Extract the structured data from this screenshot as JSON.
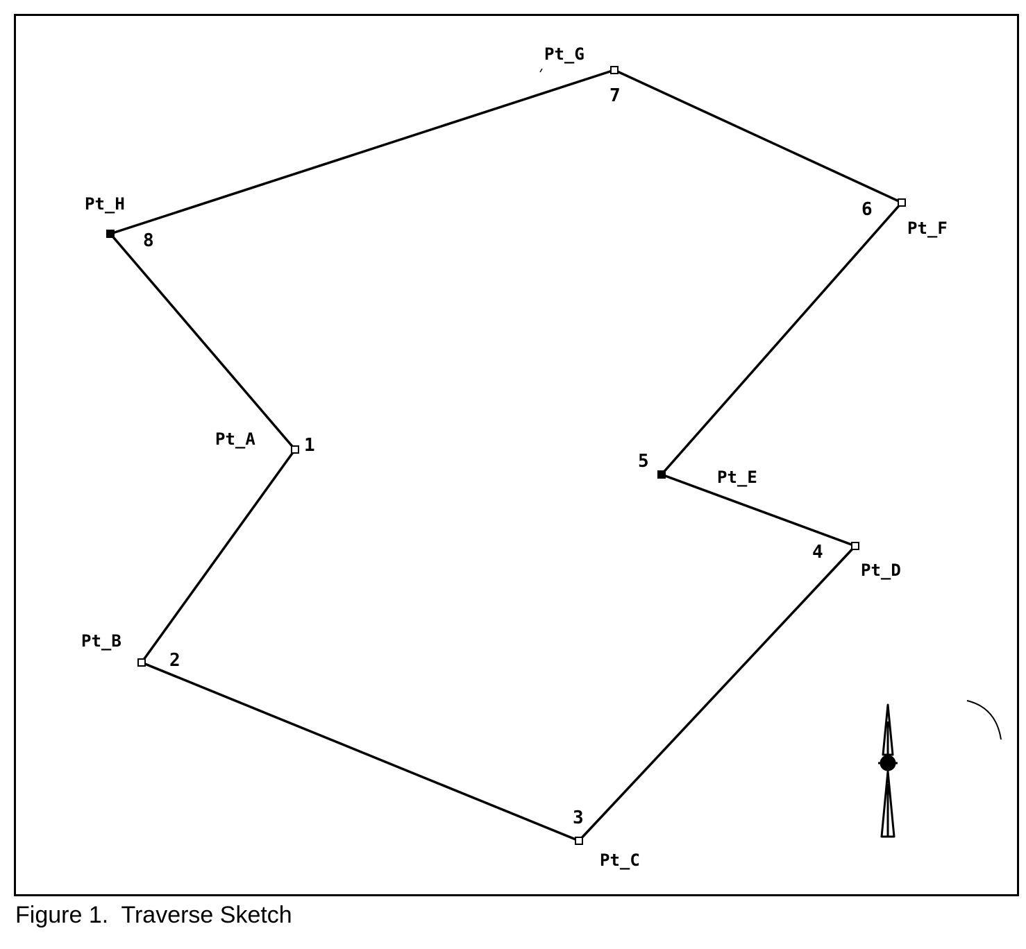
{
  "caption": "Figure 1.  Traverse Sketch",
  "colors": {
    "line": "#000000",
    "background": "#ffffff"
  },
  "points": [
    {
      "name": "Pt_A",
      "number": "1"
    },
    {
      "name": "Pt_B",
      "number": "2"
    },
    {
      "name": "Pt_C",
      "number": "3"
    },
    {
      "name": "Pt_D",
      "number": "4"
    },
    {
      "name": "Pt_E",
      "number": "5"
    },
    {
      "name": "Pt_F",
      "number": "6"
    },
    {
      "name": "Pt_G",
      "number": "7"
    },
    {
      "name": "Pt_H",
      "number": "8"
    }
  ],
  "legend_icons": [
    "north-arrow-icon"
  ]
}
